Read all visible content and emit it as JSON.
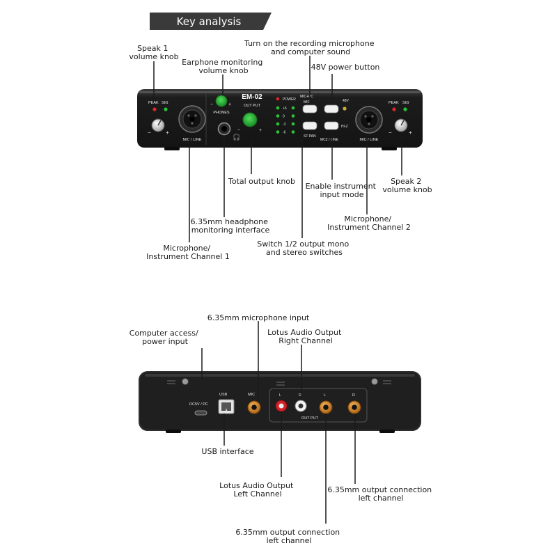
{
  "header": {
    "title": "Key analysis"
  },
  "front": {
    "model": "EM-02",
    "panel": {
      "peak": "PEAK",
      "sig": "SIG",
      "phones": "PHONES",
      "output": "OUT PUT",
      "power": "POWER",
      "mic_pc": "MIC+PC",
      "mic": "MIC",
      "v48": "48V",
      "st_pan": "ST PAN",
      "mc2_line": "MC2 / LINE",
      "hi_z": "HI-Z",
      "ch_label": "MIC / LINE",
      "minus": "−",
      "plus": "+",
      "meter": [
        "+5",
        "0",
        "-3",
        "-6"
      ]
    },
    "labels": {
      "speak1": [
        "Speak 1",
        "volume knob"
      ],
      "earphone": [
        "Earphone monitoring",
        "volume knob"
      ],
      "recording": [
        "Turn on the recording microphone",
        "and computer sound"
      ],
      "power48": [
        "48V power button"
      ],
      "speak2": [
        "Speak 2",
        "volume knob"
      ],
      "total": [
        "Total output knob"
      ],
      "instrument": [
        "Enable instrument",
        "input mode"
      ],
      "ch2": [
        "Microphone/",
        "Instrument Channel 2"
      ],
      "headphone": [
        "6.35mm headphone",
        "monitoring interface"
      ],
      "switch": [
        "Switch 1/2 output mono",
        "and stereo switches"
      ],
      "ch1": [
        "Microphone/",
        "Instrument Channel 1"
      ]
    }
  },
  "rear": {
    "panel": {
      "dc": "DC5V / PC",
      "usb": "USB",
      "mic": "MIC",
      "output": "OUT PUT",
      "l": "L",
      "r": "R"
    },
    "labels": {
      "computer": [
        "Computer access/",
        "power input"
      ],
      "mic_in": [
        "6.35mm microphone input"
      ],
      "lotus_r": [
        "Lotus Audio Output",
        "Right Channel"
      ],
      "usb": [
        "USB interface"
      ],
      "lotus_l": [
        "Lotus Audio Output",
        "Left Channel"
      ],
      "out635_l_right": [
        "6.35mm output connection",
        "left channel"
      ],
      "out635_l_bottom": [
        "6.35mm output connection",
        "left channel"
      ]
    }
  },
  "colors": {
    "header_bg": "#3a3a3a",
    "knob_green": "#2fbf3a",
    "led_red": "#e2262b",
    "led_green": "#27c63a",
    "jack_gold": "#d98a2b",
    "device_body": "#222222"
  }
}
